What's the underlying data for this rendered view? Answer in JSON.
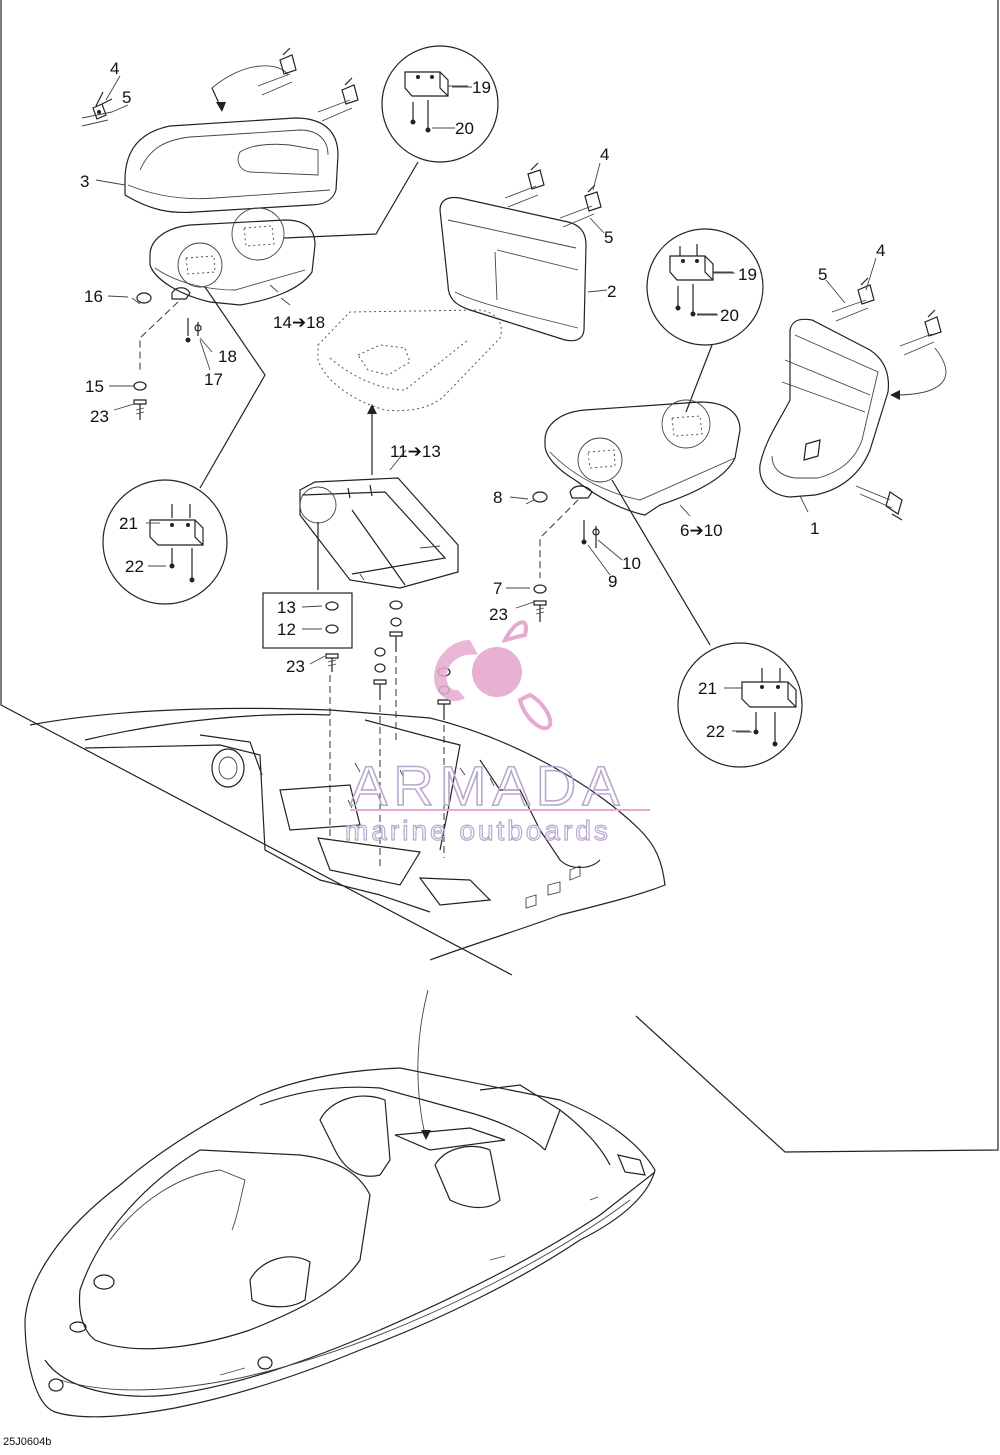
{
  "diagram": {
    "callouts": {
      "c1": "1",
      "c2": "2",
      "c3": "3",
      "c4a": "4",
      "c4b": "4",
      "c4c": "4",
      "c5a": "5",
      "c5b": "5",
      "c5c": "5",
      "c6": "6➔10",
      "c7": "7",
      "c8": "8",
      "c9": "9",
      "c10": "10",
      "c11": "11➔13",
      "c12": "12",
      "c13": "13",
      "c14": "14➔18",
      "c15": "15",
      "c16": "16",
      "c17": "17",
      "c18": "18",
      "c19a": "19",
      "c19b": "19",
      "c20a": "20",
      "c20b": "20",
      "c21a": "21",
      "c21b": "21",
      "c22a": "22",
      "c22b": "22",
      "c23a": "23",
      "c23b": "23",
      "c23c": "23"
    },
    "watermark": {
      "title": "ARMADA",
      "subtitle": "marine outboards",
      "color": "#e6a9cf",
      "outline_color": "#b9a8cf"
    },
    "figure_code": "25J0604b"
  }
}
